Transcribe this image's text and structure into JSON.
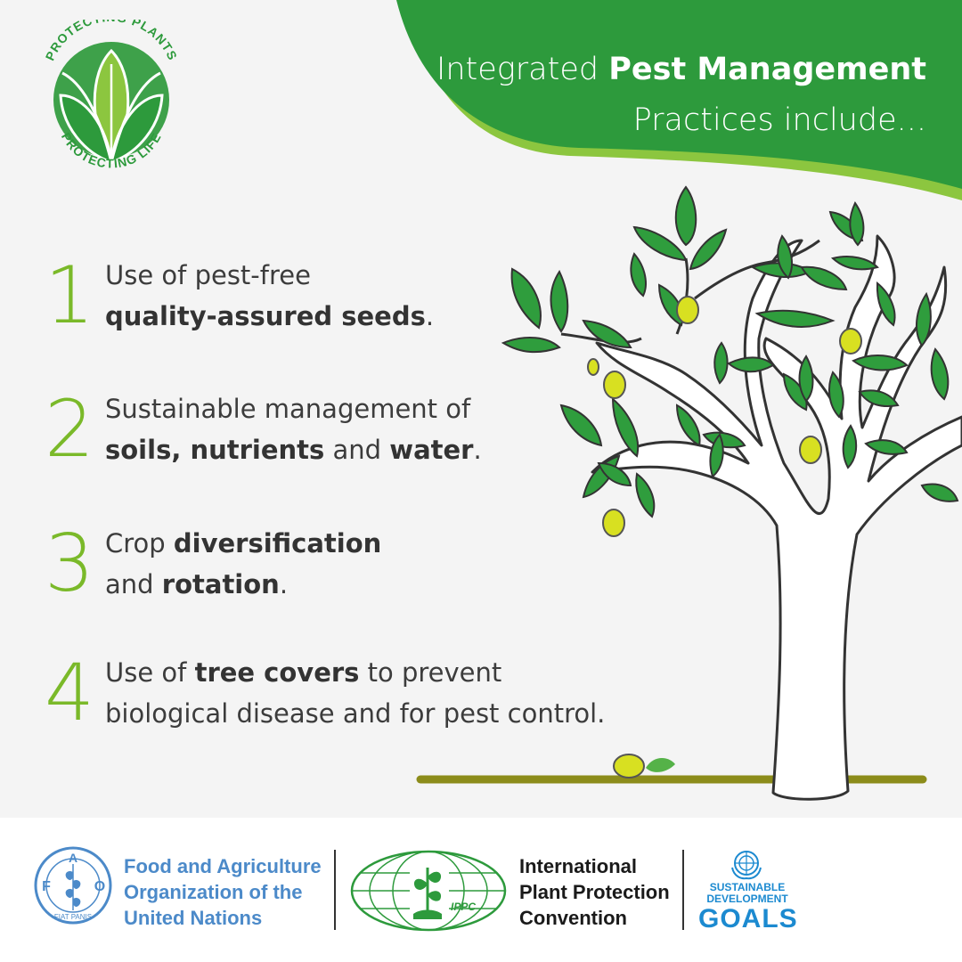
{
  "header": {
    "title_pre": "Integrated ",
    "title_bold": "Pest Management",
    "title_line2": "Practices include..."
  },
  "badge": {
    "top_text": "PROTECTING PLANTS",
    "bottom_text": "PROTECTING LIFE"
  },
  "items": [
    {
      "number": "1",
      "line1_a": "Use of pest-free",
      "line2_b": "quality-assured seeds",
      "line2_c": "."
    },
    {
      "number": "2",
      "line1_a": "Sustainable management of",
      "line2_b1": "soils, nutrients",
      "line2_c1": " and ",
      "line2_b2": "water",
      "line2_c2": "."
    },
    {
      "number": "3",
      "line1_a": "Crop ",
      "line1_b": "diversification",
      "line2_a": "and ",
      "line2_b": "rotation",
      "line2_c": "."
    },
    {
      "number": "4",
      "line1_a": "Use of ",
      "line1_b": "tree covers",
      "line1_c": " to prevent",
      "line2_a": "biological disease and for pest control."
    }
  ],
  "footer": {
    "fao_logo_letters": [
      "F",
      "A",
      "O"
    ],
    "fao_motto": "FIAT PANIS",
    "fao_lines": [
      "Food and Agriculture",
      "Organization of the",
      "United Nations"
    ],
    "ippc_logo_text": "IPPC",
    "ippc_lines": [
      "International",
      "Plant Protection",
      "Convention"
    ],
    "sdg_line1": "SUSTAINABLE",
    "sdg_line2": "DEVELOPMENT",
    "sdg_goals": "GOALS"
  },
  "colors": {
    "header_green": "#2d9a3c",
    "accent_lime": "#8cc63f",
    "number_green": "#7ab929",
    "leaf_green": "#2f9d3d",
    "lemon_yellow": "#d8e021",
    "ground_olive": "#8c8c1a",
    "fao_blue": "#4c8ac9",
    "sdg_blue": "#1c8ad0"
  },
  "icons": [
    "protecting-plants-badge-icon",
    "fao-logo-icon",
    "ippc-logo-icon",
    "un-emblem-icon",
    "tree-illustration"
  ]
}
